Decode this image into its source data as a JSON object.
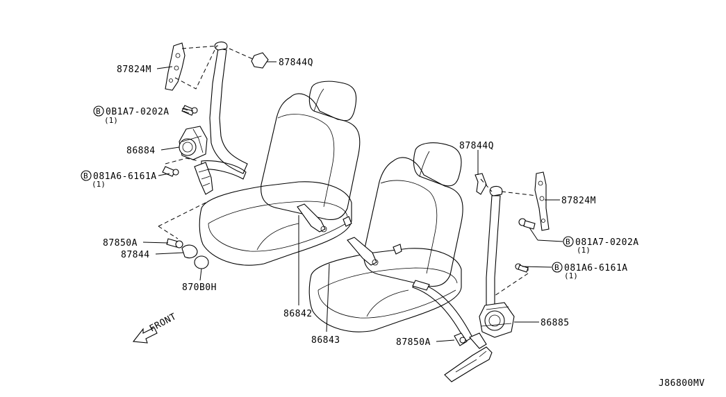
{
  "diagram_id": "J86800MV",
  "front_label": "FRONT",
  "callouts": [
    {
      "id": "c1",
      "text": "87824M"
    },
    {
      "id": "c2",
      "text": "87844Q"
    },
    {
      "id": "c3",
      "text": "0B1A7-0202A",
      "prefix": "B",
      "qty": "(1)"
    },
    {
      "id": "c4",
      "text": "86884"
    },
    {
      "id": "c5",
      "text": "081A6-6161A",
      "prefix": "B",
      "qty": "(1)"
    },
    {
      "id": "c6",
      "text": "87850A"
    },
    {
      "id": "c7",
      "text": "87844"
    },
    {
      "id": "c8",
      "text": "870B0H"
    },
    {
      "id": "c9",
      "text": "86842"
    },
    {
      "id": "c10",
      "text": "86843"
    },
    {
      "id": "c11",
      "text": "87844Q"
    },
    {
      "id": "c12",
      "text": "87824M"
    },
    {
      "id": "c13",
      "text": "081A7-0202A",
      "prefix": "B",
      "qty": "(1)"
    },
    {
      "id": "c14",
      "text": "081A6-6161A",
      "prefix": "B",
      "qty": "(1)"
    },
    {
      "id": "c15",
      "text": "86885"
    },
    {
      "id": "c16",
      "text": "87850A"
    }
  ]
}
